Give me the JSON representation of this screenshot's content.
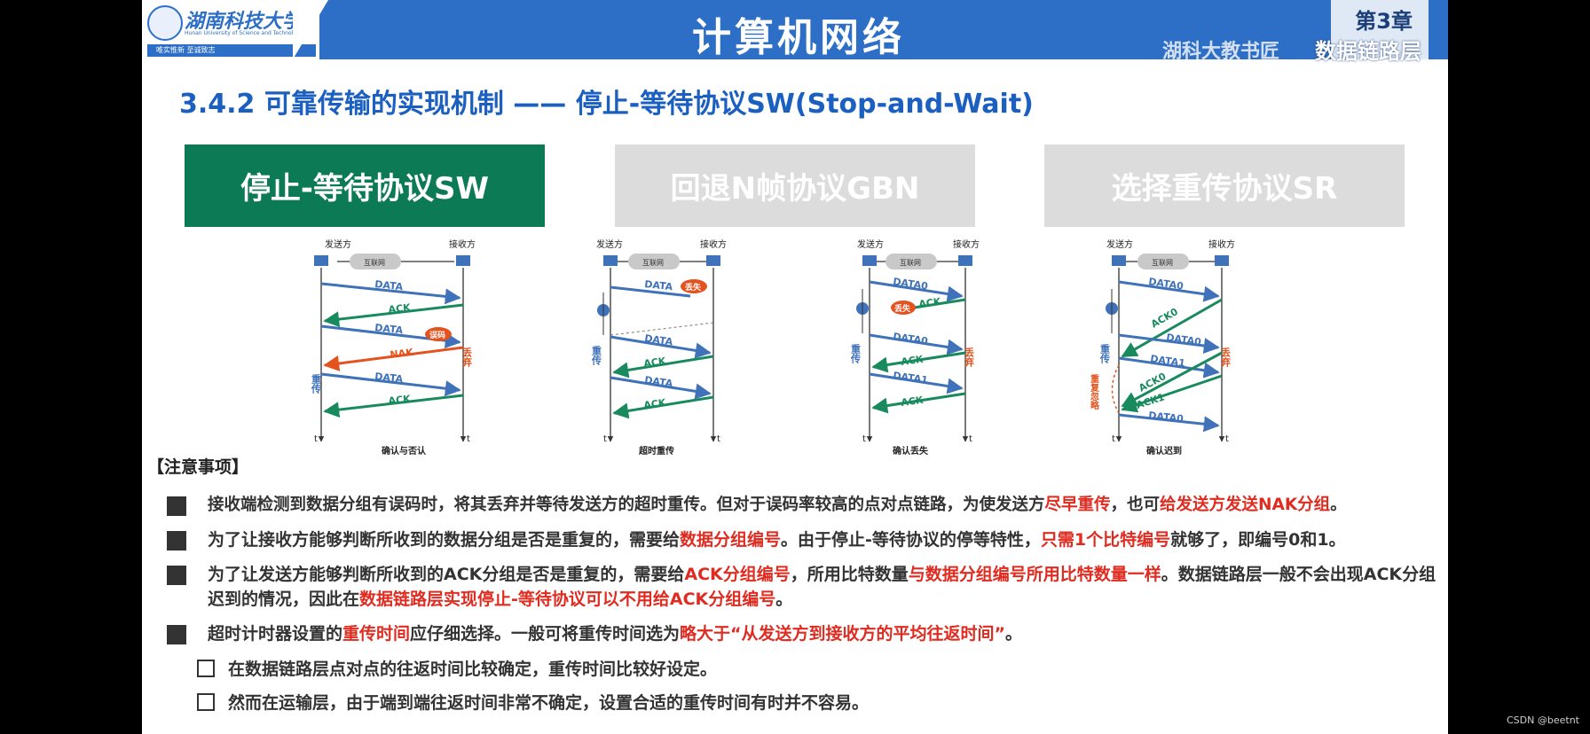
{
  "header": {
    "logo_text": "湖南科技大学",
    "logo_en": "Hunan University of Science and Technology",
    "motto": "唯实惟新  至诚致志",
    "title": "计算机网络",
    "chapter_num": "第3章",
    "chapter_name": "数据链路层",
    "watermark": "湖科大教书匠"
  },
  "section_title": "3.4.2 可靠传输的实现机制 —— 停止-等待协议SW(Stop-and-Wait)",
  "tabs": [
    {
      "label": "停止-等待协议SW",
      "active": true,
      "color": "#0b7a55"
    },
    {
      "label": "回退N帧协议GBN",
      "active": false,
      "color": "#dcdcdc"
    },
    {
      "label": "选择重传协议SR",
      "active": false,
      "color": "#dcdcdc"
    }
  ],
  "diagram_labels": {
    "sender": "发送方",
    "receiver": "接收方",
    "internet": "互联网",
    "t": "t",
    "data": "DATA",
    "ack": "ACK",
    "nak": "NAK",
    "data0": "DATA0",
    "data1": "DATA1",
    "ack0": "ACK0",
    "ack1": "ACK1",
    "error": "误码",
    "lost": "丢失",
    "discard": "丢弃",
    "retransmit": "重传",
    "dup_ignore": "重复忽略"
  },
  "diagrams": [
    {
      "caption": "确认与否认"
    },
    {
      "caption": "超时重传"
    },
    {
      "caption": "确认丢失"
    },
    {
      "caption": "确认迟到"
    }
  ],
  "notes": {
    "header": "【注意事项】",
    "b1": {
      "t1": "接收端检测到数据分组有误码时，将其丢弃并等待发送方的超时重传。但对于误码率较高的点对点链路，为使发送方",
      "r1": "尽早重传",
      "t2": "，也可",
      "r2": "给发送方发送NAK分组",
      "t3": "。"
    },
    "b2": {
      "t1": "为了让接收方能够判断所收到的数据分组是否是重复的，需要给",
      "r1": "数据分组编号",
      "t2": "。由于停止-等待协议的停等特性，",
      "r2": "只需1个比特编号",
      "t3": "就够了，即编号0和1。"
    },
    "b3": {
      "t1": "为了让发送方能够判断所收到的ACK分组是否是重复的，需要给",
      "r1": "ACK分组编号",
      "t2": "，所用比特数量",
      "r2": "与数据分组编号所用比特数量一样",
      "t3": "。数据链路层一般不会出现ACK分组迟到的情况，因此在",
      "r3": "数据链路层实现停止-等待协议可以不用给ACK分组编号",
      "t4": "。"
    },
    "b4": {
      "t1": "超时计时器设置的",
      "r1": "重传时间",
      "t2": "应仔细选择。一般可将重传时间选为",
      "r2": "略大于“从发送方到接收方的平均往返时间”",
      "t3": "。"
    },
    "s1": "在数据链路层点对点的往返时间比较确定，重传时间比较好设定。",
    "s2": "然而在运输层，由于端到端往返时间非常不确定，设置合适的重传时间有时并不容易。"
  },
  "credit": "CSDN @beetnt",
  "colors": {
    "blue": "#3f72b8",
    "green": "#198a5e",
    "red": "#e02b20",
    "orange": "#e4531f",
    "title_blue": "#1b5fc0"
  }
}
